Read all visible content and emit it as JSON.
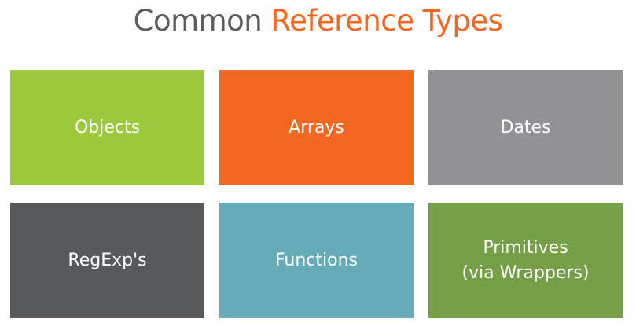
{
  "title": {
    "prefix": "Common",
    "highlight": "Reference Types"
  },
  "tiles": [
    {
      "label": "Objects",
      "color": "#9cc93c"
    },
    {
      "label": "Arrays",
      "color": "#f26722"
    },
    {
      "label": "Dates",
      "color": "#929194"
    },
    {
      "label": "RegExp's",
      "color": "#58595b"
    },
    {
      "label": "Functions",
      "color": "#66acb8"
    },
    {
      "label": "Primitives",
      "sublabel": "(via Wrappers)",
      "color": "#75a047"
    }
  ]
}
